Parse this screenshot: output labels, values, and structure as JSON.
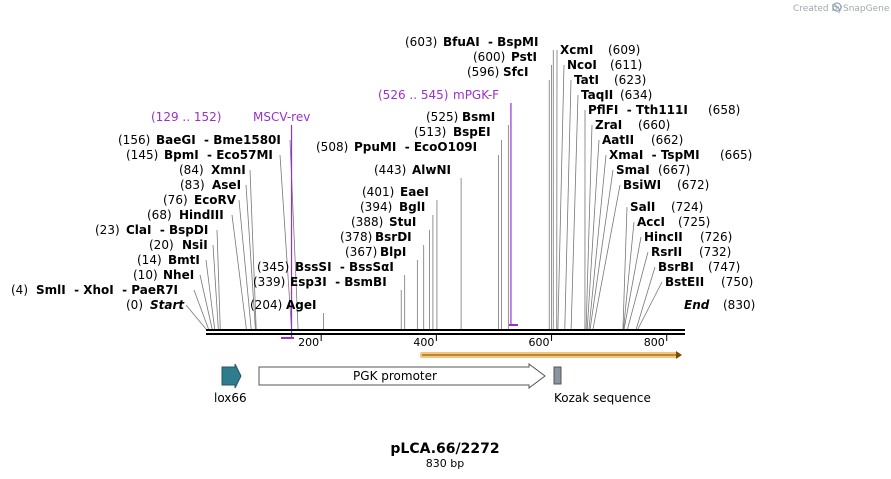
{
  "credit": {
    "text": "Created by",
    "brand": "SnapGene"
  },
  "title": "pLCA.66/2272",
  "length_label": "830 bp",
  "sequence_length": 830,
  "ticks": [
    "200",
    "400",
    "600",
    "800"
  ],
  "tick_values": [
    200,
    400,
    600,
    800
  ],
  "left_sites": [
    {
      "pos": "(0)",
      "name": "Start",
      "site": 0,
      "italic": true
    },
    {
      "pos": "(4)",
      "name": "SmlI  - XhoI  - PaeR7I",
      "site": 4
    },
    {
      "pos": "(10)",
      "name": "NheI",
      "site": 10
    },
    {
      "pos": "(14)",
      "name": "BmtI",
      "site": 14
    },
    {
      "pos": "(20)",
      "name": "NsiI",
      "site": 20
    },
    {
      "pos": "(23)",
      "name": "ClaI  - BspDI",
      "site": 23
    },
    {
      "pos": "(68)",
      "name": "HindIII",
      "site": 68
    },
    {
      "pos": "(76)",
      "name": "EcoRV",
      "site": 76
    },
    {
      "pos": "(83)",
      "name": "AseI",
      "site": 83
    },
    {
      "pos": "(84)",
      "name": "XmnI",
      "site": 84
    },
    {
      "pos": "(145)",
      "name": "BpmI  - Eco57MI",
      "site": 145
    },
    {
      "pos": "(156)",
      "name": "BaeGI  - Bme1580I",
      "site": 156
    }
  ],
  "middle_sites": [
    {
      "pos": "(204)",
      "name": "AgeI",
      "site": 204
    },
    {
      "pos": "(339)",
      "name": "Esp3I  - BsmBI",
      "site": 339
    },
    {
      "pos": "(345)",
      "name": "BssSI  - BssSαI",
      "site": 345
    },
    {
      "pos": "(367)",
      "name": "BlpI",
      "site": 367
    },
    {
      "pos": "(378)",
      "name": "BsrDI",
      "site": 378
    },
    {
      "pos": "(388)",
      "name": "StuI",
      "site": 388
    },
    {
      "pos": "(394)",
      "name": "BglI",
      "site": 394
    },
    {
      "pos": "(401)",
      "name": "EaeI",
      "site": 401
    },
    {
      "pos": "(443)",
      "name": "AlwNI",
      "site": 443
    },
    {
      "pos": "(508)",
      "name": "PpuMI  - EcoO109I",
      "site": 508
    },
    {
      "pos": "(513)",
      "name": "BspEI",
      "site": 513
    },
    {
      "pos": "(525)",
      "name": "BsmI",
      "site": 525
    },
    {
      "pos": "(596)",
      "name": "SfcI",
      "site": 596
    },
    {
      "pos": "(600)",
      "name": "PstI",
      "site": 600
    },
    {
      "pos": "(603)",
      "name": "BfuAI  - BspMI",
      "site": 603
    }
  ],
  "right_sites": [
    {
      "name": "XcmI",
      "pos": "(609)",
      "site": 609
    },
    {
      "name": "NcoI",
      "pos": "(611)",
      "site": 611
    },
    {
      "name": "TatI",
      "pos": "(623)",
      "site": 623
    },
    {
      "name": "TaqII",
      "pos": "(634)",
      "site": 634
    },
    {
      "name": "PflFI  - Tth111I",
      "pos": "(658)",
      "site": 658
    },
    {
      "name": "ZraI",
      "pos": "(660)",
      "site": 660
    },
    {
      "name": "AatII",
      "pos": "(662)",
      "site": 662
    },
    {
      "name": "XmaI  - TspMI",
      "pos": "(665)",
      "site": 665
    },
    {
      "name": "SmaI",
      "pos": "(667)",
      "site": 667
    },
    {
      "name": "BsiWI",
      "pos": "(672)",
      "site": 672
    },
    {
      "name": "SalI",
      "pos": "(724)",
      "site": 724
    },
    {
      "name": "AccI",
      "pos": "(725)",
      "site": 725
    },
    {
      "name": "HincII",
      "pos": "(726)",
      "site": 726
    },
    {
      "name": "RsrII",
      "pos": "(732)",
      "site": 732
    },
    {
      "name": "BsrBI",
      "pos": "(747)",
      "site": 747
    },
    {
      "name": "BstEII",
      "pos": "(750)",
      "site": 750
    },
    {
      "name": "End",
      "pos": "(830)",
      "site": 830,
      "italic": true
    }
  ],
  "primers": [
    {
      "range": "(129 .. 152)",
      "name": "MSCV-rev",
      "start": 129,
      "end": 152,
      "strand": "reverse"
    },
    {
      "range": "(526 .. 545)",
      "name": "mPGK-F",
      "start": 526,
      "end": 545,
      "strand": "forward"
    }
  ],
  "features": [
    {
      "name": "lox66",
      "type": "arrow",
      "color": "#2e7c8c"
    },
    {
      "name": "PGK promoter",
      "type": "arrow",
      "color": "#ffffff"
    },
    {
      "name": "Kozak sequence",
      "type": "box",
      "color": "#8a93a0"
    }
  ],
  "colors": {
    "primer": "#9b30d0",
    "orf": "#f5c57a",
    "backbone": "#000000"
  }
}
